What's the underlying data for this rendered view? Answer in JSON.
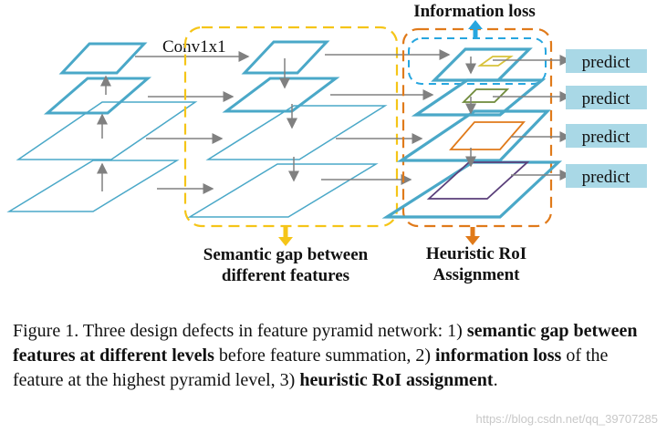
{
  "diagram": {
    "top_label": "Information loss",
    "conv_label": "Conv1x1",
    "semantic_label_line1": "Semantic gap between",
    "semantic_label_line2": "different features",
    "heuristic_label_line1": "Heuristic RoI",
    "heuristic_label_line2": "Assignment",
    "predict_labels": [
      "predict",
      "predict",
      "predict",
      "predict"
    ],
    "colors": {
      "layer_teal": "#4aa8c8",
      "arrow_gray": "#808080",
      "yellow_box": "#f5c518",
      "orange_box": "#e07a1a",
      "blue_dash": "#27a6df",
      "predict_bg": "#a9d8e6",
      "roi_yellow": "#d8c23a",
      "roi_green": "#6f8a3a",
      "roi_orange": "#e07a1a",
      "roi_purple": "#5a3f7a"
    }
  },
  "caption": {
    "prefix": "Figure 1. Three design defects in feature pyramid network: 1) ",
    "b1": "semantic gap between features at different levels",
    "t2": " before feature summation, 2) ",
    "b2": "information loss",
    "t3": " of the feature at the highest pyramid level, 3) ",
    "b3": "heuristic RoI assignment",
    "t4": "."
  },
  "watermark": "https://blog.csdn.net/qq_39707285"
}
